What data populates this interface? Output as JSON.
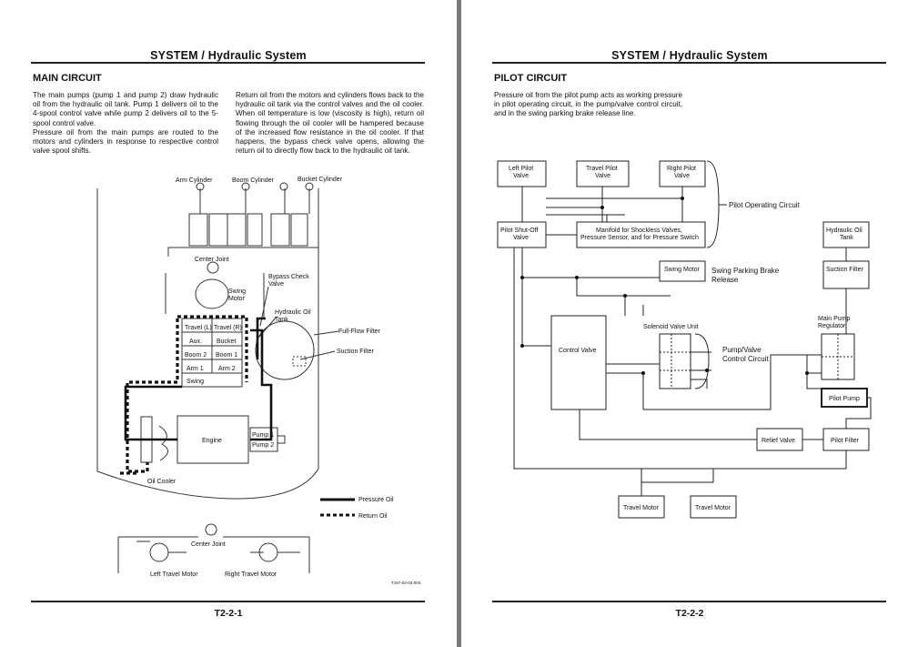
{
  "left_page": {
    "header": "SYSTEM / Hydraulic System",
    "section_title": "MAIN CIRCUIT",
    "col1_para1": "The main pumps (pump 1 and pump 2) draw hydraulic oil from the hydraulic oil tank. Pump 1 delivers oil to the 4-spool control valve while pump 2 delivers oil to the 5-spool control valve.",
    "col1_para2": "Pressure oil from the main pumps are routed to the motors and cylinders in response to respective control valve spool shifts.",
    "col2_para1": "Return oil from the motors and cylinders flows back to the hydraulic oil tank via the control valves and the oil cooler. When oil temperature is low (viscosity is high), return oil flowing through the oil cooler will be hampered because of the increased flow resistance in the oil cooler. If that happens, the bypass check valve opens, allowing the return oil to directly flow back to the hydraulic oil tank.",
    "footer": "T2-2-1",
    "diagram": {
      "arm_cylinder": "Arm Cylinder",
      "boom_cylinder": "Boom Cylinder",
      "bucket_cylinder": "Bucket Cylinder",
      "center_joint_top": "Center Joint",
      "swing_motor_1": "Swing",
      "swing_motor_2": "Motor",
      "bypass_1": "Bypass Check",
      "bypass_2": "Valve",
      "tank_1": "Hydraulic Oil",
      "tank_2": "Tank",
      "full_flow_filter": "Full-Flow Filter",
      "suction_filter": "Suction Filter",
      "travel_l": "Travel (L)",
      "travel_r": "Travel (R)",
      "aux": "Aux.",
      "bucket": "Bucket",
      "boom2": "Boom 2",
      "boom1": "Boom 1",
      "arm1": "Arm 1",
      "arm2": "Arm 2",
      "swing": "Swing",
      "engine": "Engine",
      "pump1": "Pump 1",
      "pump2": "Pump 2",
      "oil_cooler": "Oil Cooler",
      "legend_pressure": "Pressure Oil",
      "legend_return": "Return Oil",
      "center_joint_bottom": "Center Joint",
      "left_travel_motor": "Left Travel Motor",
      "right_travel_motor": "Right Travel Motor",
      "figure_code": "T157-04-03-003"
    }
  },
  "right_page": {
    "header": "SYSTEM / Hydraulic System",
    "section_title": "PILOT CIRCUIT",
    "para1": "Pressure oil from the pilot pump acts as working pressure in pilot operating circuit, in the pump/valve control circuit, and in the swing parking brake release line.",
    "footer": "T2-2-2",
    "diagram": {
      "left_pilot_1": "Left Pilot",
      "left_pilot_2": "Valve",
      "travel_pilot_1": "Travel Pilot",
      "travel_pilot_2": "Valve",
      "right_pilot_1": "Right Pilot",
      "right_pilot_2": "Valve",
      "pilot_operating_circuit": "Pilot Operating Circuit",
      "shutoff_1": "Pilot Shut-Off",
      "shutoff_2": "Valve",
      "manifold_1": "Manifold for Shockless Valves,",
      "manifold_2": "Pressure Sensor, and for Pressure Switch",
      "hyd_tank_1": "Hydraulic Oil",
      "hyd_tank_2": "Tank",
      "swing_motor": "Swing Motor",
      "swing_brake_1": "Swing Parking Brake",
      "swing_brake_2": "Release",
      "suction_filter": "Suction Filter",
      "control_valve": "Control Valve",
      "solenoid_valve_unit": "Solenoid Valve Unit",
      "pump_valve_1": "Pump/Valve",
      "pump_valve_2": "Control Circuit",
      "main_pump_reg_1": "Main Pump",
      "main_pump_reg_2": "Regulator",
      "pilot_pump": "Pilot Pump",
      "relief_valve": "Relief Valve",
      "pilot_filter": "Pilot Filter",
      "travel_motor_1": "Travel Motor",
      "travel_motor_2": "Travel Motor"
    }
  }
}
